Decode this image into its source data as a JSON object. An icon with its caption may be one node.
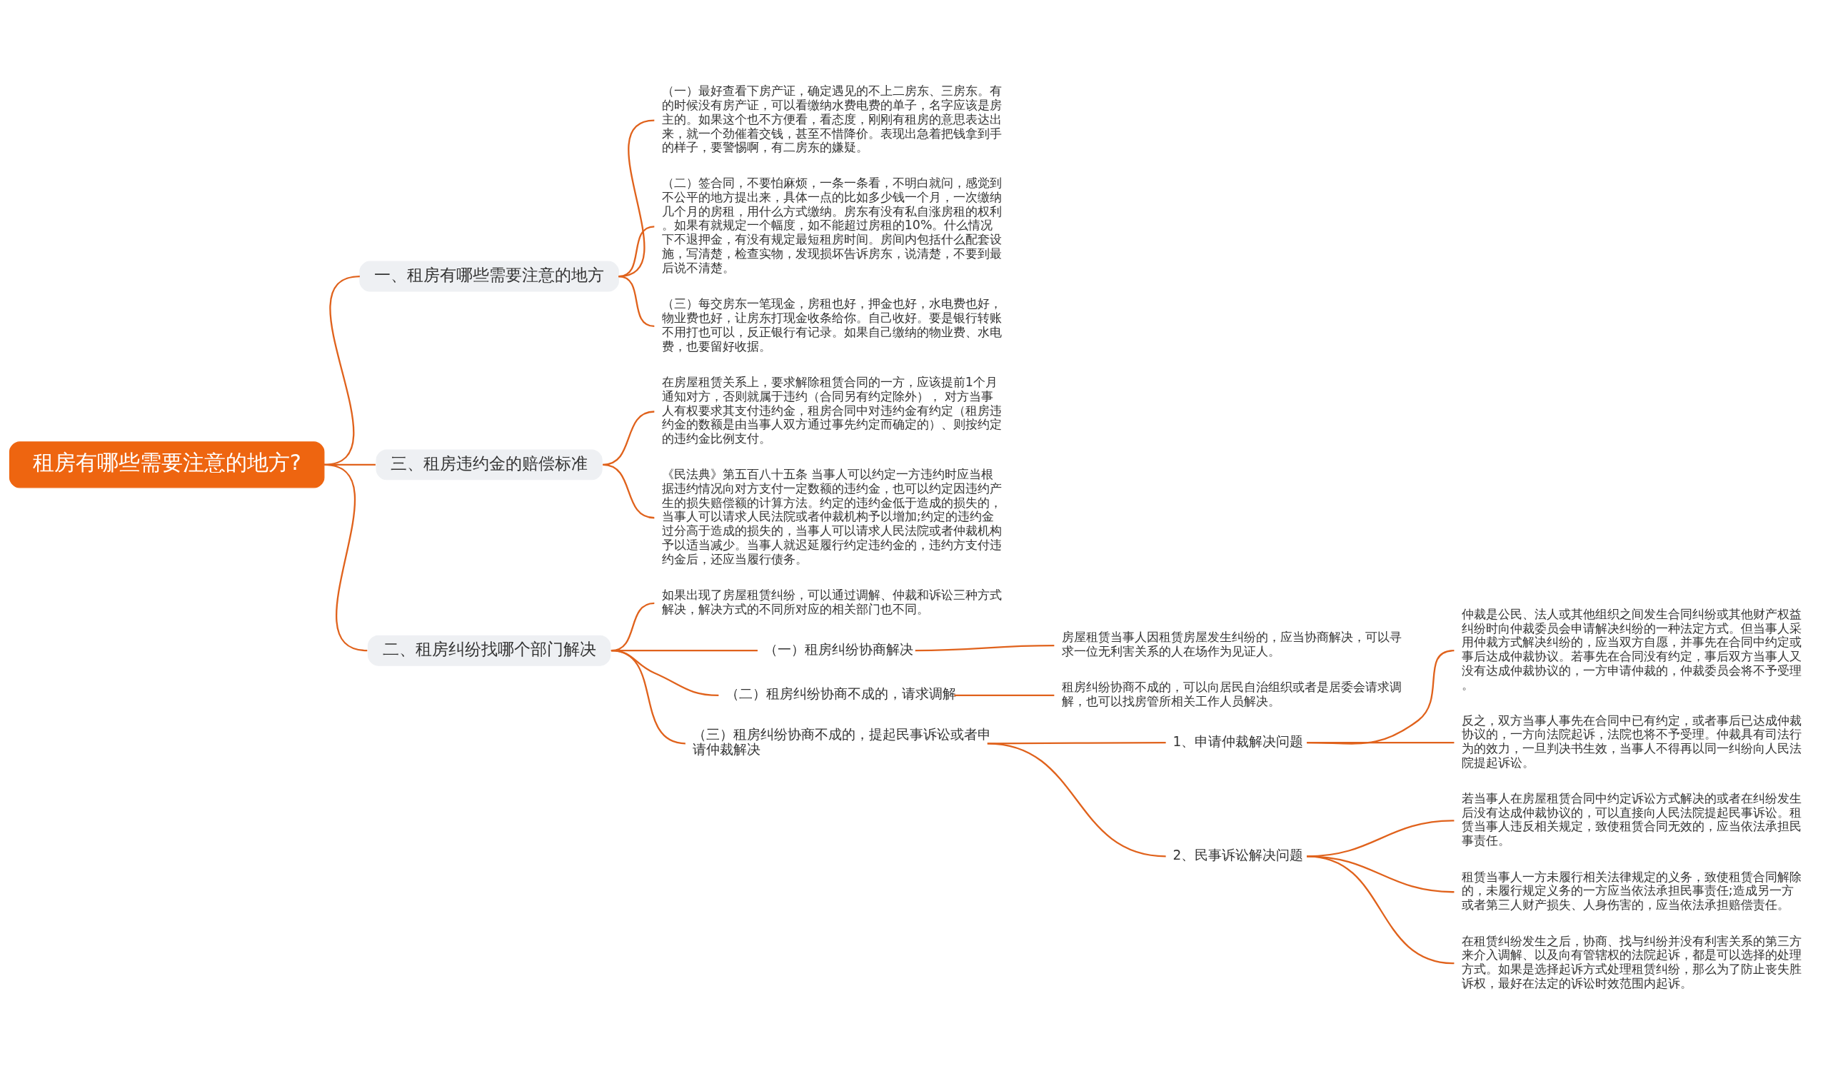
{
  "diagram": {
    "nodes": [
      {
        "text": [
          "租房有哪些需要注意的地方?"
        ]
      },
      {
        "text": [
          "一、租房有哪些需要注意的地方"
        ]
      },
      {
        "text": [
          "（一）最好查看下房产证，确定遇见的不上二房东、三房东。有的时候没有房产证，可以看缴纳水费电费的单子，名字应该是房主的。如果这个也不方便看，看态度，刚刚有租房的意思表达出来，就一个劲催着交钱，甚至不惜降价。表现出急着把钱拿到手的样子，要警惕啊，有二房东的嫌疑。"
        ]
      },
      {
        "text": [
          "（二）签合同，不要怕麻烦，一条一条看，不明白就问，感觉到不公平的地方提出来，具体一点的比如多少钱一个月，一次缴纳几个月的房租，用什么方式缴纳。房东有没有私自涨房租的权利。如果有就规定一个幅度，如不能超过房租的10%。什么情况下不退押金，有没有规定最短租房时间。房间内包括什么配套设施，写清楚，检查实物，发现损坏告诉房东，说清楚，不要到最后说不清楚。"
        ]
      },
      {
        "text": [
          "（三）每交房东一笔现金，房租也好，押金也好，水电费也好，物业费也好，让房东打现金收条给你。自己收好。要是银行转账不用打也可以，反正银行有记录。如果自己缴纳的物业费、水电费，也要留好收据。"
        ]
      },
      {
        "text": [
          "三、租房违约金的赔偿标准"
        ]
      },
      {
        "text": [
          "在房屋租赁关系上，要求解除租赁合同的一方，应该提前1个月通知对方，否则就属于违约（合同另有约定除外）， 对方当事人有权要求其支付违约金，租房合同中对违约金有约定（租房违约金的数额是由当事人双方通过事先约定而确定的）、则按约定的违约金比例支付。"
        ]
      },
      {
        "text": [
          "《民法典》第五百八十五条 当事人可以约定一方违约时应当根据违约情况向对方支付一定数额的违约金，也可以约定因违约产生的损失赔偿额的计算方法。约定的违约金低于造成的损失的，当事人可以请求人民法院或者仲裁机构予以增加;约定的违约金过分高于造成的损失的，当事人可以请求人民法院或者仲裁机构予以适当减少。当事人就迟延履行约定违约金的，违约方支付违约金后，还应当履行债务。"
        ]
      },
      {
        "text": [
          "二、租房纠纷找哪个部门解决"
        ]
      },
      {
        "text": [
          "如果出现了房屋租赁纠纷，可以通过调解、仲裁和诉讼三种方式解决，解决方式的不同所对应的相关部门也不同。"
        ]
      },
      {
        "text": [
          "（一）租房纠纷协商解决"
        ]
      },
      {
        "text": [
          "房屋租赁当事人因租赁房屋发生纠纷的，应当协商解决，可以寻求一位无利害关系的人在场作为见证人。"
        ]
      },
      {
        "text": [
          "（二）租房纠纷协商不成的，请求调解"
        ]
      },
      {
        "text": [
          "租房纠纷协商不成的，可以向居民自治组织或者是居委会请求调解，也可以找房管所相关工作人员解决。"
        ]
      },
      {
        "text": [
          "（三）租房纠纷协商不成的，提起民事诉讼或者申请仲裁解决"
        ]
      },
      {
        "text": [
          "1、申请仲裁解决问题"
        ]
      },
      {
        "text": [
          "仲裁是公民、法人或其他组织之间发生合同纠纷或其他财产权益纠纷时向仲裁委员会申请解决纠纷的一种法定方式。但当事人采用仲裁方式解决纠纷的，应当双方自愿，并事先在合同中约定或事后达成仲裁协议。若事先在合同没有约定，事后双方当事人又没有达成仲裁协议的，一方申请仲裁的，仲裁委员会将不予受理。"
        ]
      },
      {
        "text": [
          "反之，双方当事人事先在合同中已有约定，或者事后已达成仲裁协议的，一方向法院起诉，法院也将不予受理。仲裁具有司法行为的效力，一旦判决书生效，当事人不得再以同一纠纷向人民法院提起诉讼。"
        ]
      },
      {
        "text": [
          "2、民事诉讼解决问题"
        ]
      },
      {
        "text": [
          "若当事人在房屋租赁合同中约定诉讼方式解决的或者在纠纷发生后没有达成仲裁协议的，可以直接向人民法院提起民事诉讼。租赁当事人违反相关规定，致使租赁合同无效的，应当依法承担民事责任。"
        ]
      },
      {
        "text": [
          "租赁当事人一方未履行相关法律规定的义务，致使租赁合同解除的，未履行规定义务的一方应当依法承担民事责任;造成另一方或者第三人财产损失、人身伤害的，应当依法承担赔偿责任。"
        ]
      },
      {
        "text": [
          "在租赁纠纷发生之后，协商、找与纠纷并没有利害关系的第三方来介入调解、以及向有管辖权的法院起诉，都是可以选择的处理方式。如果是选择起诉方式处理租赁纠纷，那么为了防止丧失胜诉权，最好在法定的诉讼时效范围内起诉。"
        ]
      }
    ],
    "edges": [
      {
        "from": 0,
        "to": 1,
        "arrow": "none"
      },
      {
        "from": 1,
        "to": 2,
        "arrow": "none"
      },
      {
        "from": 1,
        "to": 3,
        "arrow": "none"
      },
      {
        "from": 1,
        "to": 4,
        "arrow": "none"
      },
      {
        "from": 0,
        "to": 5,
        "arrow": "none"
      },
      {
        "from": 5,
        "to": 6,
        "arrow": "none"
      },
      {
        "from": 5,
        "to": 7,
        "arrow": "none"
      },
      {
        "from": 0,
        "to": 8,
        "arrow": "none"
      },
      {
        "from": 8,
        "to": 9,
        "arrow": "none"
      },
      {
        "from": 8,
        "to": 10,
        "arrow": "none"
      },
      {
        "from": 10,
        "to": 11,
        "arrow": "none"
      },
      {
        "from": 8,
        "to": 12,
        "arrow": "none"
      },
      {
        "from": 12,
        "to": 13,
        "arrow": "none"
      },
      {
        "from": 8,
        "to": 14,
        "arrow": "none"
      },
      {
        "from": 14,
        "to": 15,
        "arrow": "none"
      },
      {
        "from": 15,
        "to": 16,
        "arrow": "none"
      },
      {
        "from": 15,
        "to": 17,
        "arrow": "none"
      },
      {
        "from": 14,
        "to": 18,
        "arrow": "none"
      },
      {
        "from": 18,
        "to": 19,
        "arrow": "none"
      },
      {
        "from": 18,
        "to": 20,
        "arrow": "none"
      },
      {
        "from": 18,
        "to": 21,
        "arrow": "none"
      }
    ]
  }
}
